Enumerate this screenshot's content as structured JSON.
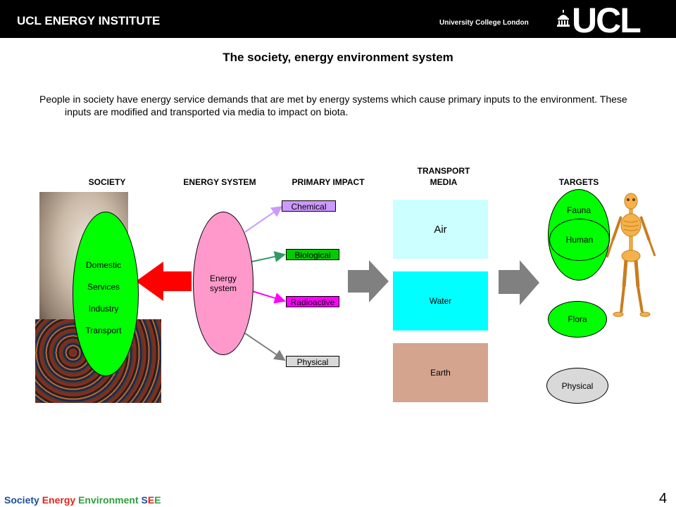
{
  "header": {
    "institute": "UCL ENERGY INSTITUTE",
    "university": "University College London",
    "logo_text": "UCL"
  },
  "slide": {
    "title": "The society, energy environment system",
    "intro": "People in society have energy service demands that are met by energy systems which cause primary inputs to the environment. These inputs are modified and transported via media to impact on biota."
  },
  "columns": {
    "society": "SOCIETY",
    "energy_system": "ENERGY SYSTEM",
    "primary_impact": "PRIMARY IMPACT",
    "transport_media_1": "TRANSPORT",
    "transport_media_2": "MEDIA",
    "targets": "TARGETS"
  },
  "society_items": [
    "Domestic",
    "Services",
    "Industry",
    "Transport"
  ],
  "energy_system": {
    "label_1": "Energy",
    "label_2": "system"
  },
  "impacts": [
    {
      "label": "Chemical",
      "fill": "#cc99ff",
      "line": "#cc99ff"
    },
    {
      "label": "Biological",
      "fill": "#00cc00",
      "line": "#339966"
    },
    {
      "label": "Radioactive",
      "fill": "#ff00ff",
      "line": "#ff00ff"
    },
    {
      "label": "Physical",
      "fill": "#d9d9d9",
      "line": "#808080"
    }
  ],
  "media": [
    {
      "label": "Air",
      "fill": "#ccffff"
    },
    {
      "label": "Water",
      "fill": "#00ffff"
    },
    {
      "label": "Earth",
      "fill": "#d4a48f"
    }
  ],
  "targets": {
    "fauna": "Fauna",
    "human": "Human",
    "flora": "Flora",
    "physical": "Physical"
  },
  "colors": {
    "green": "#00ff00",
    "pink": "#ff99cc",
    "red_arrow": "#ff0000",
    "grey_arrow": "#808080",
    "physical_target": "#d9d9d9"
  },
  "footer": {
    "society": "Society",
    "energy": "Energy",
    "environment": "Environment",
    "s": "S",
    "e1": "E",
    "e2": "E"
  },
  "page_number": "4"
}
